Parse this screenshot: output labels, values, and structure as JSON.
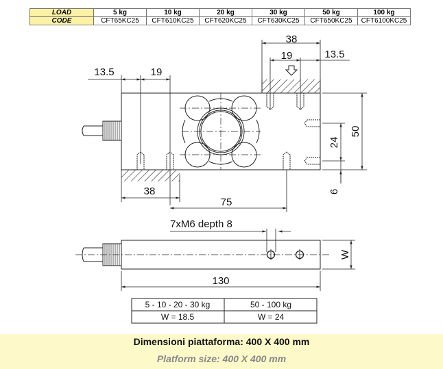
{
  "spec_table": {
    "load_label": "LOAD",
    "code_label": "CODE",
    "loads": [
      "5 kg",
      "10 kg",
      "20 kg",
      "30 kg",
      "50 kg",
      "100 kg"
    ],
    "codes": [
      "CFT65KC25",
      "CFT610KC25",
      "CFT620KC25",
      "CFT630KC25",
      "CFT650KC25",
      "CFT6100KC25"
    ]
  },
  "drawing": {
    "dim_top_38": "38",
    "dim_top_19": "19",
    "dim_top_13_5": "13.5",
    "dim_left_13_5": "13.5",
    "dim_left_19": "19",
    "dim_bottom_38": "38",
    "dim_75": "75",
    "dim_50": "50",
    "dim_24": "24",
    "dim_6": "6",
    "thread_note": "7xM6 depth 8",
    "dim_w": "W",
    "dim_130": "130"
  },
  "w_table": {
    "headers": [
      "5 - 10 - 20 - 30 kg",
      "50 - 100 kg"
    ],
    "values": [
      "W = 18.5",
      "W = 24"
    ]
  },
  "footer": {
    "title_it": "Dimensioni piattaforma: 400 X 400 mm",
    "title_en": "Platform size: 400 X 400 mm"
  }
}
